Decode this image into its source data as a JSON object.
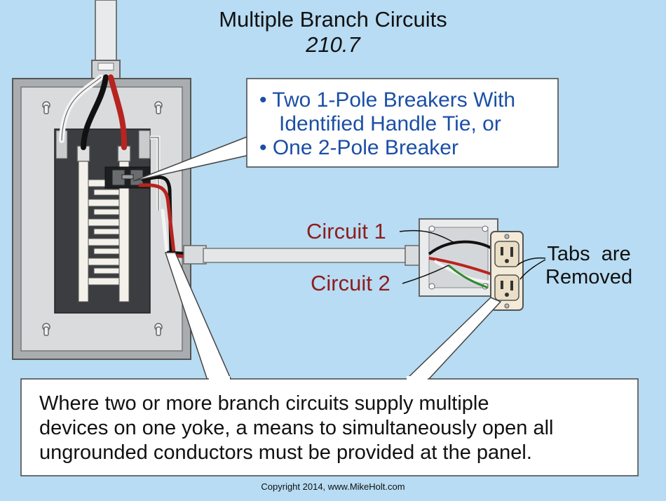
{
  "title": "Multiple Branch Circuits",
  "subtitle": "210.7",
  "callout": {
    "lines": [
      "• Two 1-Pole Breakers With",
      "Identified Handle Tie, or",
      "• One 2-Pole Breaker"
    ]
  },
  "labels": {
    "circuit1": "Circuit 1",
    "circuit2": "Circuit 2",
    "tabs_line1": "Tabs  are",
    "tabs_line2": "Removed"
  },
  "note": {
    "lines": [
      "Where two or more branch circuits supply multiple",
      "devices on one yoke, a means to simultaneously open all",
      "ungrounded conductors must be provided at the panel."
    ]
  },
  "copyright": "Copyright 2014, www.MikeHolt.com",
  "colors": {
    "background": "#b7dcf3",
    "callout_text": "#1b4fa6",
    "circuit_label": "#8e1d1d",
    "panel_gray": "#d8d8d8",
    "busbar_dark": "#3a3a3a",
    "wire_black": "#111111",
    "wire_red": "#b8241f",
    "wire_white": "#f4f4f4",
    "wire_green": "#2e8a2e",
    "conduit": "#e4e6e8",
    "receptacle": "#f3ead8"
  }
}
